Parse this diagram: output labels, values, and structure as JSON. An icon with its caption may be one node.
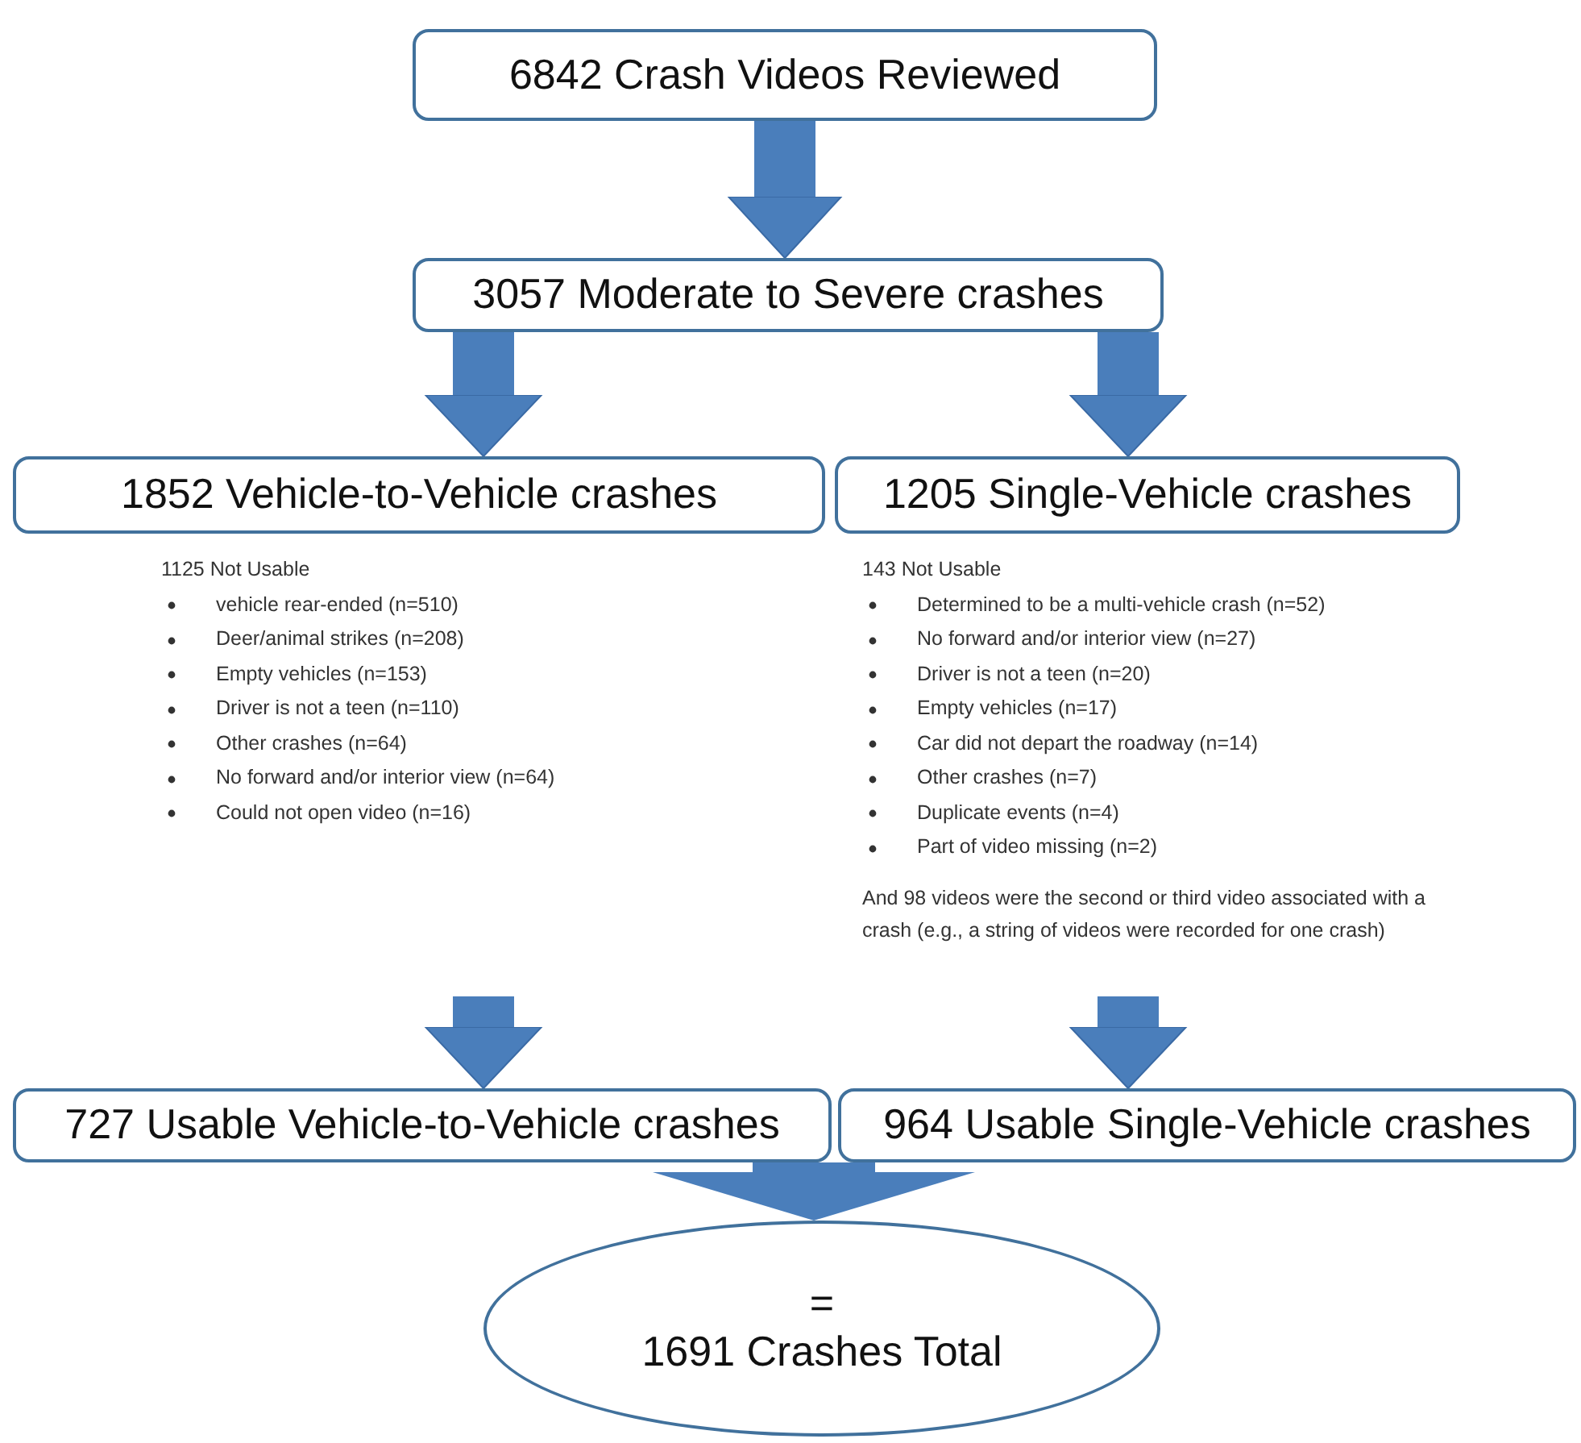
{
  "diagram": {
    "nodes": [
      {
        "text": [
          "6842 Crash Videos Reviewed"
        ]
      },
      {
        "text": [
          "3057 Moderate to Severe crashes"
        ]
      },
      {
        "text": [
          "1852 Vehicle-to-Vehicle crashes"
        ]
      },
      {
        "text": [
          "1205 Single-Vehicle crashes"
        ]
      },
      {
        "text": [
          "727 Usable Vehicle-to-Vehicle crashes"
        ]
      },
      {
        "text": [
          "964 Usable Single-Vehicle crashes"
        ]
      },
      {
        "text": [
          "=",
          "1691 Crashes Total"
        ]
      }
    ],
    "edges": [
      {
        "from": 0,
        "to": 1,
        "arrow": "to"
      },
      {
        "from": 1,
        "to": 2,
        "arrow": "to"
      },
      {
        "from": 1,
        "to": 3,
        "arrow": "to"
      },
      {
        "from": null,
        "to": 4,
        "arrow": "to"
      },
      {
        "from": null,
        "to": 5,
        "arrow": "to"
      },
      {
        "from": 4,
        "to": 6,
        "arrow": "to"
      },
      {
        "from": 5,
        "to": 6,
        "arrow": "to"
      }
    ],
    "labels": [
      "1125 Not Usable",
      "vehicle rear-ended (n=510)",
      "Deer/animal strikes (n=208)",
      "Empty vehicles (n=153)",
      "Driver is not a teen (n=110)",
      "Other crashes (n=64)",
      "No forward and/or interior view (n=64)",
      "Could not open video (n=16)",
      "143 Not Usable",
      "Determined to be a multi-vehicle crash (n=52)",
      "No forward and/or interior view (n=27)",
      "Driver is not a teen (n=20)",
      "Empty vehicles (n=17)",
      "Car did not depart the roadway (n=14)",
      "Other crashes (n=7)",
      "Duplicate events (n=4)",
      "Part of video missing (n=2)",
      "And 98 videos were the second or third video associated with a crash (e.g., a string of videos were recorded for one crash)"
    ]
  }
}
